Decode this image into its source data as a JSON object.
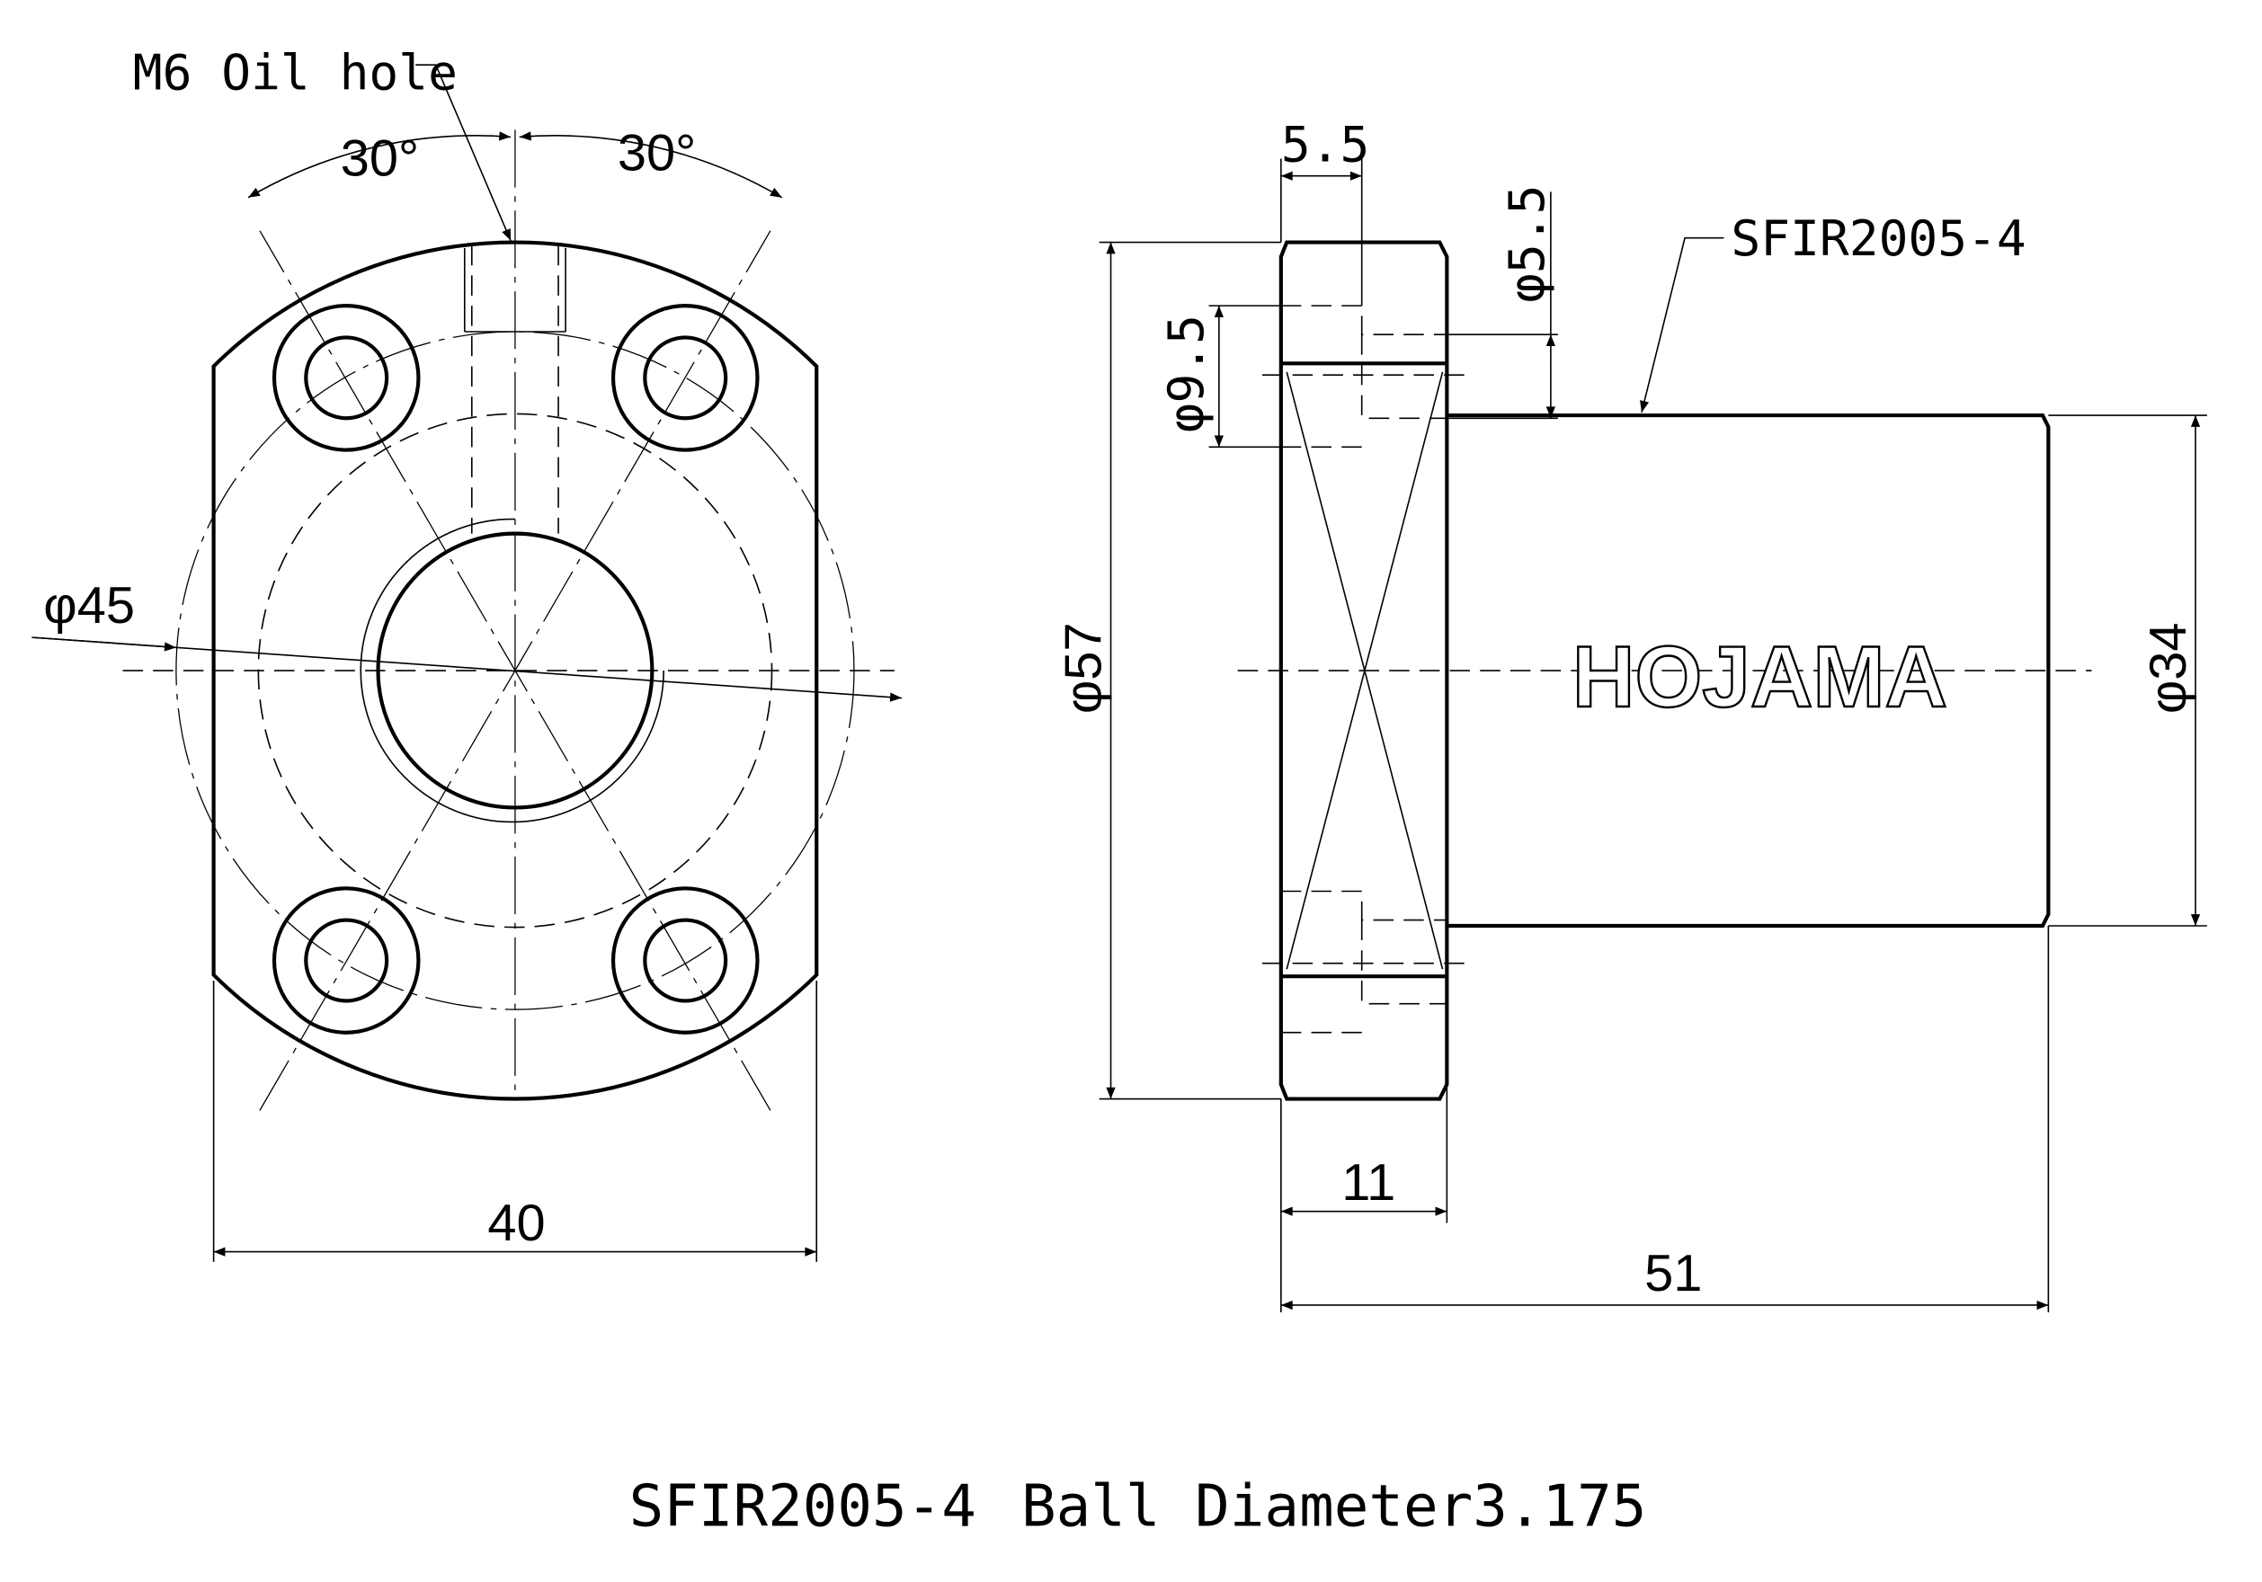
{
  "front_view": {
    "oil_hole_label": "M6 Oil hole",
    "angle_left": "30°",
    "angle_right": "30°",
    "pcd_label": "φ45",
    "width_label": "40"
  },
  "side_view": {
    "flange_thickness_label": "11",
    "counterbore_depth_label": "5.5",
    "hole_dia_label": "φ5.5",
    "counterbore_dia_label": "φ9.5",
    "flange_dia_label": "φ57",
    "body_dia_label": "φ34",
    "length_label": "51",
    "part_label": "SFIR2005-4",
    "logo_text": "HOJAMA"
  },
  "caption": {
    "model": "SFIR2005-4",
    "ball_diameter": "Ball Diameter3.175"
  },
  "colors": {
    "line": "#000000",
    "background": "#ffffff"
  }
}
